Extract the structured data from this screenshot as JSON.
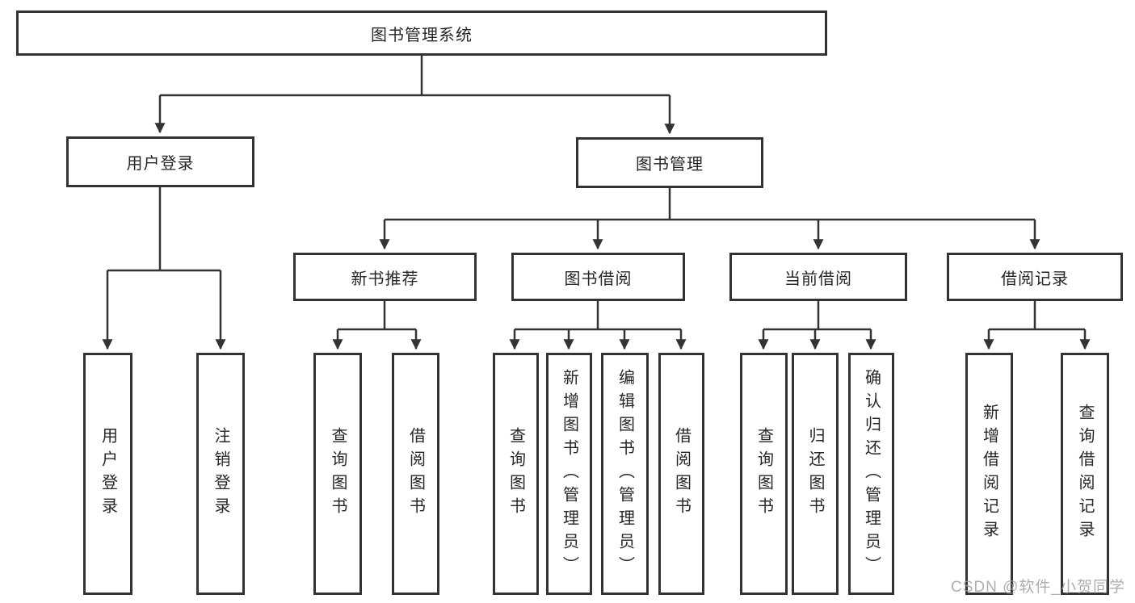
{
  "diagram": {
    "root": {
      "label": "图书管理系统"
    },
    "level2": {
      "user_login": {
        "label": "用户登录"
      },
      "book_mgmt": {
        "label": "图书管理"
      }
    },
    "level3": {
      "new_book_rec": {
        "label": "新书推荐"
      },
      "book_borrow": {
        "label": "图书借阅"
      },
      "current_borrow": {
        "label": "当前借阅"
      },
      "borrow_record": {
        "label": "借阅记录"
      }
    },
    "leaves": {
      "user_login": {
        "label": "用户登录"
      },
      "logout": {
        "label": "注销登录"
      },
      "query_book_a": {
        "label": "查询图书"
      },
      "borrow_book_a": {
        "label": "借阅图书"
      },
      "query_book_b": {
        "label": "查询图书"
      },
      "add_book": {
        "label": "新增图书（管理员）"
      },
      "edit_book": {
        "label": "编辑图书（管理员）"
      },
      "borrow_book_b": {
        "label": "借阅图书"
      },
      "query_book_c": {
        "label": "查询图书"
      },
      "return_book": {
        "label": "归还图书"
      },
      "confirm_return": {
        "label": "确认归还（管理员）"
      },
      "add_borrow_record": {
        "label": "新增借阅记录"
      },
      "query_borrow_record": {
        "label": "查询借阅记录"
      }
    }
  },
  "watermark": {
    "text": "CSDN @软件_小贺同学"
  },
  "colors": {
    "line": "#333333",
    "box_border": "#333333",
    "text": "#262626",
    "watermark": "#9b9b9b",
    "background": "#ffffff"
  }
}
